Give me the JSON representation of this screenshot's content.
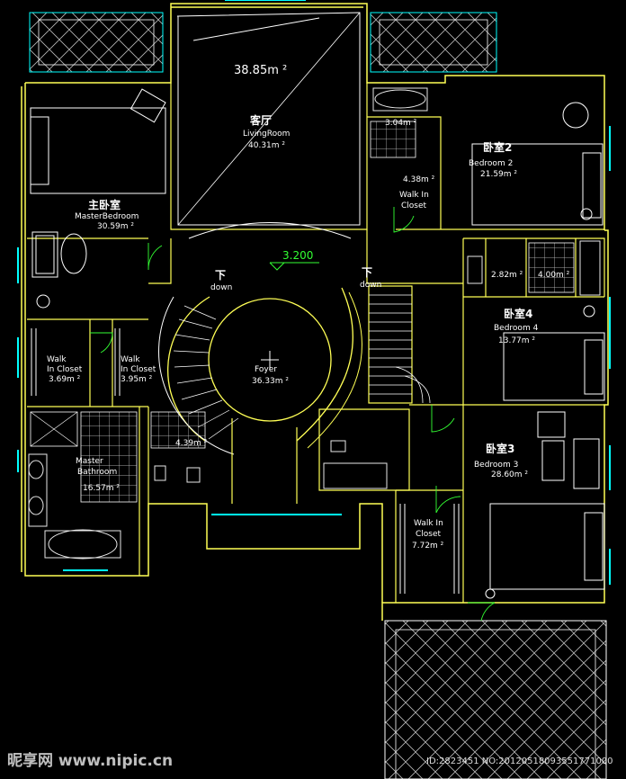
{
  "colors": {
    "background": "#000000",
    "walls": "#ffff55",
    "windows": "#00ffff",
    "fixtures": "#e8e8e8",
    "elevation_mark": "#33ff33",
    "hatch": "#c0c0c0"
  },
  "rooms": {
    "living_area_total": "38.85m ²",
    "living_cn": "客厅",
    "living_en": "LivingRoom",
    "living_area": "40.31m ²",
    "master_bed_cn": "主卧室",
    "master_bed_en": "MasterBedroom",
    "master_bed_area": "30.59m ²",
    "bed2_cn": "卧室2",
    "bed2_en": "Bedroom 2",
    "bed2_area": "21.59m ²",
    "bed3_cn": "卧室3",
    "bed3_en": "Bedroom 3",
    "bed3_area": "28.60m ²",
    "bed4_cn": "卧室4",
    "bed4_en": "Bedroom 4",
    "bed4_area": "13.77m ²",
    "foyer_en": "Foyer",
    "foyer_area": "36.33m ²",
    "closet_a_l1": "Walk",
    "closet_a_l2": "In Closet",
    "closet_a_area": "3.69m ²",
    "closet_b_l1": "Walk",
    "closet_b_l2": "In Closet",
    "closet_b_area": "3.95m ²",
    "closet_c_l1": "Walk In",
    "closet_c_l2": "Closet",
    "closet_c_area": "4.38m ²",
    "closet_d_l1": "Walk In",
    "closet_d_l2": "Closet",
    "closet_d_area": "7.72m ²",
    "master_bath_l1": "Master",
    "master_bath_l2": "Bathroom",
    "master_bath_area": "16.57m ²",
    "bath_small_area": "4.39m ²",
    "bath_top_area": "3.04m ²",
    "bath_r1_area": "2.82m ²",
    "bath_r2_area": "4.00m ²"
  },
  "stairs": {
    "left_cn": "下",
    "left_en": "down",
    "right_cn": "下",
    "right_en": "down",
    "elevation": "3.200"
  },
  "watermark": {
    "logo": "昵享网 www.nipic.cn",
    "id_text": "ID:2823451 NO:20120518093551771000"
  }
}
